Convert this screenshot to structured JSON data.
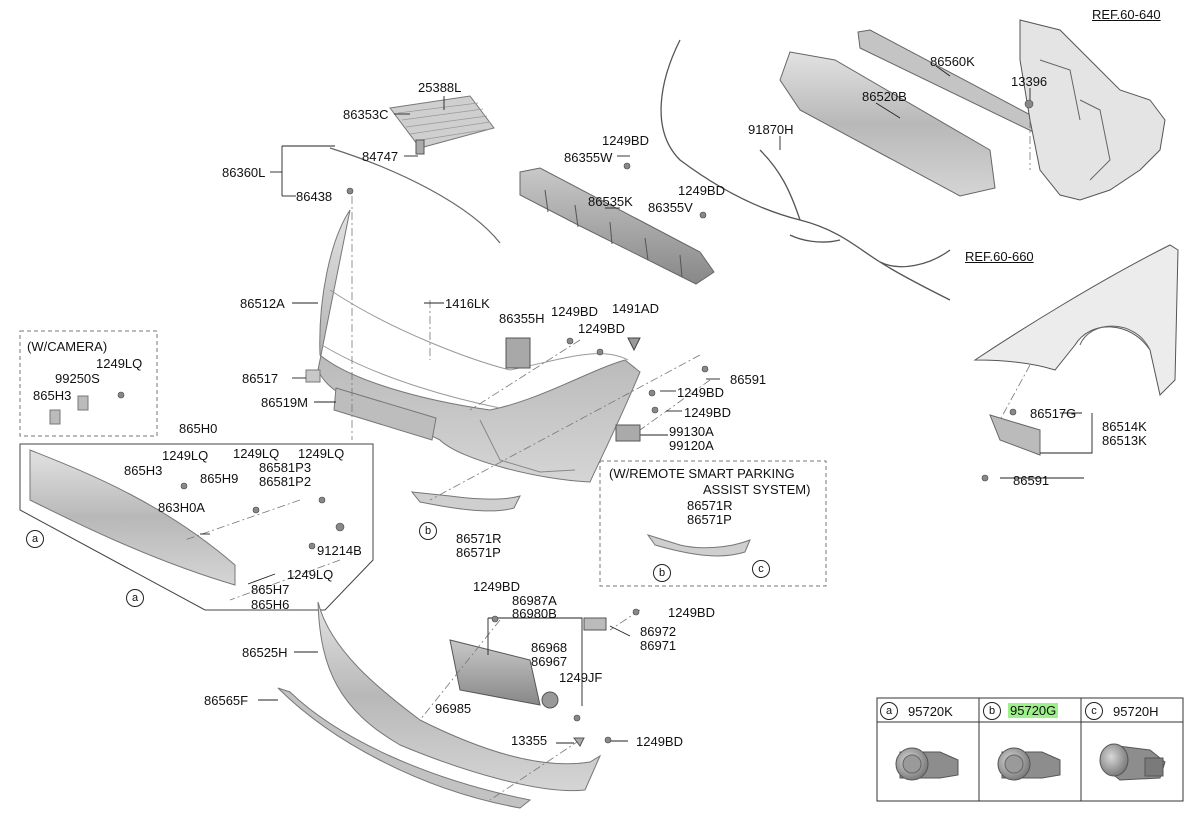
{
  "ref_labels": {
    "ref_60_640": "REF.60-640",
    "ref_60_660": "REF.60-660"
  },
  "groups": {
    "camera": "(W/CAMERA)",
    "parking_line1": "(W/REMOTE SMART PARKING",
    "parking_line2": "ASSIST SYSTEM)"
  },
  "parts": {
    "p25388L": "25388L",
    "p86353C": "86353C",
    "p84747": "84747",
    "p86360L": "86360L",
    "p86438": "86438",
    "p86512A": "86512A",
    "p1416LK": "1416LK",
    "p86355H": "86355H",
    "p1249BD_a": "1249BD",
    "p1249BD_b": "1249BD",
    "p1491AD": "1491AD",
    "p86517": "86517",
    "p86519M": "86519M",
    "p86591_a": "86591",
    "p1249BD_c": "1249BD",
    "p1249BD_d": "1249BD",
    "p99130A": "99130A",
    "p99120A": "99120A",
    "p86355W": "86355W",
    "p1249BD_e": "1249BD",
    "p86535K": "86535K",
    "p86355V": "86355V",
    "p1249BD_f": "1249BD",
    "p91870H": "91870H",
    "p86520B": "86520B",
    "p86560K": "86560K",
    "p13396": "13396",
    "p86517G": "86517G",
    "p86514K": "86514K",
    "p86513K": "86513K",
    "p86591_b": "86591",
    "p1249LQ_cam": "1249LQ",
    "p99250S": "99250S",
    "p865H3_cam": "865H3",
    "p865H0": "865H0",
    "p865H3": "865H3",
    "p1249LQ_a": "1249LQ",
    "p865H9": "865H9",
    "p1249LQ_b": "1249LQ",
    "p86581P3": "86581P3",
    "p86581P2": "86581P2",
    "p1249LQ_c": "1249LQ",
    "p863H0A": "863H0A",
    "p91214B": "91214B",
    "p1249LQ_d": "1249LQ",
    "p865H7": "865H7",
    "p865H6": "865H6",
    "p86571R_a": "86571R",
    "p86571P_a": "86571P",
    "p86571R_b": "86571R",
    "p86571P_b": "86571P",
    "p1249BD_g": "1249BD",
    "p86987A": "86987A",
    "p86980B": "86980B",
    "p86968": "86968",
    "p86967": "86967",
    "p1249JF": "1249JF",
    "p1249BD_h": "1249BD",
    "p86972": "86972",
    "p86971": "86971",
    "p86525H": "86525H",
    "p86565F": "86565F",
    "p96985": "96985",
    "p13355": "13355",
    "p1249BD_i": "1249BD"
  },
  "callouts": {
    "a": "a",
    "b": "b",
    "c": "c"
  },
  "legend": {
    "cells": [
      {
        "letter": "a",
        "part": "95720K",
        "highlighted": false
      },
      {
        "letter": "b",
        "part": "95720G",
        "highlighted": true
      },
      {
        "letter": "c",
        "part": "95720H",
        "highlighted": false
      }
    ],
    "highlight_color": "#9ef08a"
  }
}
